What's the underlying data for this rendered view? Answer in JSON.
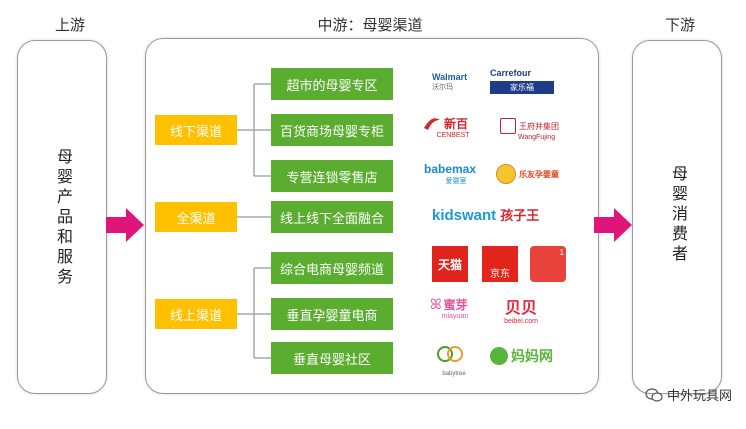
{
  "headers": {
    "upstream": "上游",
    "midstream": "中游：母婴渠道",
    "downstream": "下游"
  },
  "left_panel_text": "母婴产品和服务",
  "right_panel_text": "母婴消费者",
  "categories": {
    "offline": "线下渠道",
    "omni": "全渠道",
    "online": "线上渠道"
  },
  "channels": [
    "超市的母婴专区",
    "百货商场母婴专柜",
    "专营连锁零售店",
    "线上线下全面融合",
    "综合电商母婴频道",
    "垂直孕婴童电商",
    "垂直母婴社区"
  ],
  "logos": {
    "walmart": "Walmart",
    "walmart_cn": "沃尔玛",
    "carrefour": "Carrefour",
    "carrefour_cn": "家乐福",
    "xinbai": "新百",
    "xinbai_en": "CENBEST",
    "wangfujing": "王府井集团",
    "wangfujing_en": "WangFujing",
    "babemax": "babemax",
    "babemax_cn": "爱婴室",
    "leyou": "乐友孕婴童",
    "kidswant": "kidswant",
    "kidswant_cn": "孩子王",
    "tmall": "天猫",
    "jd": "京东",
    "dangdang_tag": "1",
    "mia": "蜜芽",
    "mia_en": "miayuan",
    "beibei": "贝贝",
    "beibei_en": "beibei.com",
    "mamaquan": "妈妈网",
    "babytree_en": "babytree"
  },
  "watermark": "中外玩具网",
  "colors": {
    "yellow": "#ffc000",
    "green": "#5aad2f",
    "arrow": "#e0157a"
  }
}
